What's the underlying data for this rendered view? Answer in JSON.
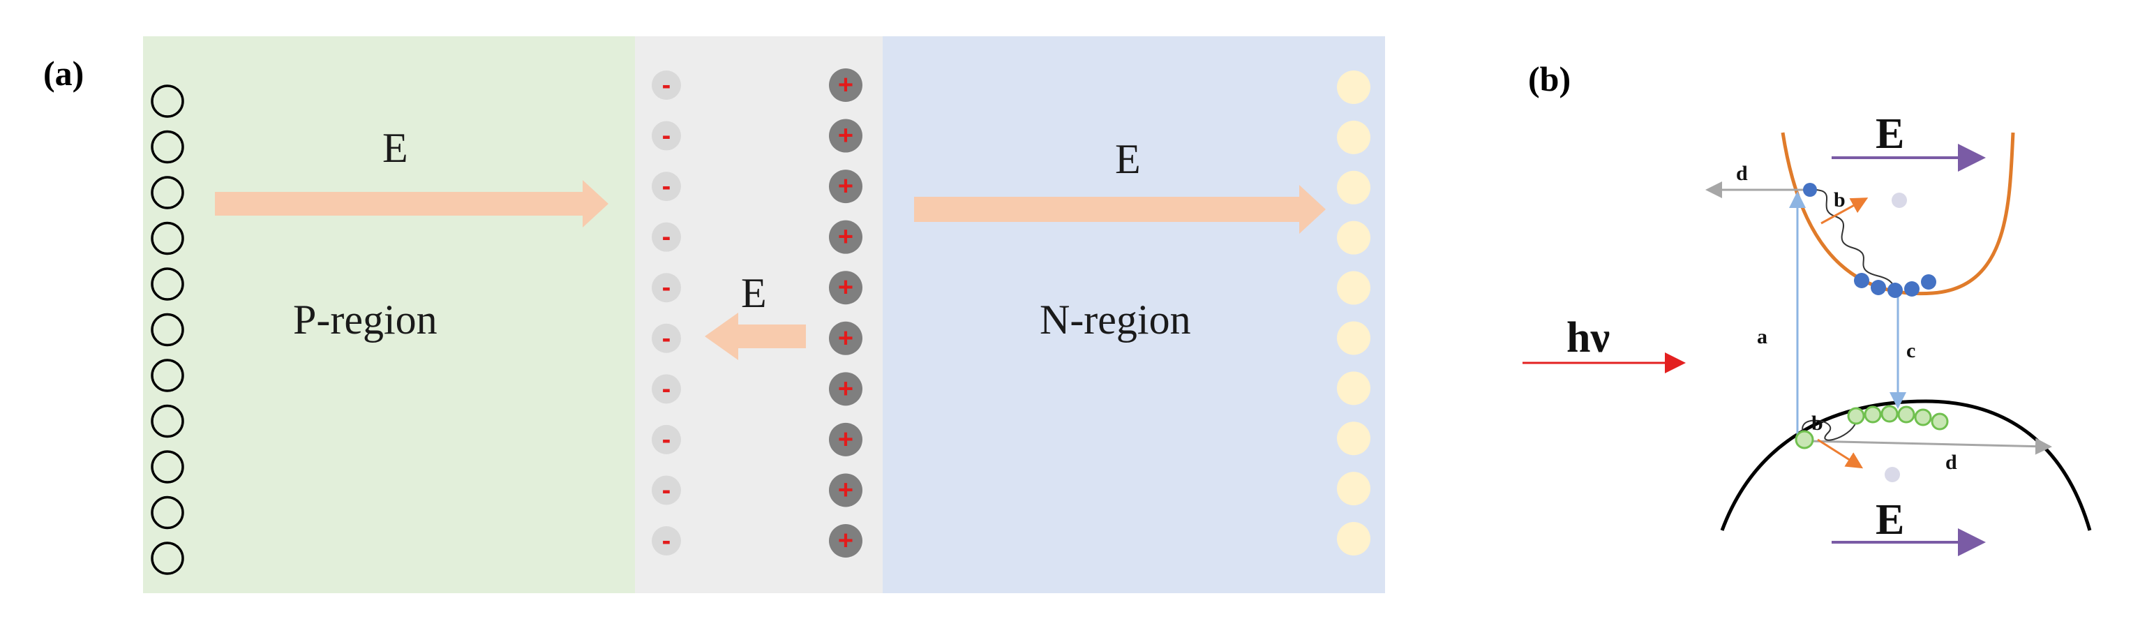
{
  "panel_a": {
    "label": "(a)",
    "p_region": {
      "label": "P-region",
      "color": "#e2efda",
      "field_label": "E"
    },
    "depletion": {
      "color": "#ededed",
      "field_label": "E",
      "negative_sign": "-",
      "positive_sign": "+"
    },
    "n_region": {
      "label": "N-region",
      "color": "#dae3f3",
      "field_label": "E"
    },
    "arrow_color": "#f8cbad",
    "hole_count": 11,
    "electron_count": 10,
    "ion_pairs": 10
  },
  "panel_b": {
    "label": "(b)",
    "light_label": "hν",
    "field_label_top": "E",
    "field_label_bottom": "E",
    "process_labels": {
      "a": "a",
      "b_top": "b",
      "b_bottom": "b",
      "c": "c",
      "d_top": "d",
      "d_bottom": "d"
    },
    "colors": {
      "conduction_band": "#e07b2a",
      "valence_band": "#000000",
      "electron": "#4472c4",
      "hole": "#70c04f",
      "field_arrow": "#7a5ba5",
      "light_arrow": "#e32020",
      "transition": "#8db4e2",
      "scatter_arrow": "#ed7d31",
      "escape_arrow": "#a6a6a6"
    }
  }
}
